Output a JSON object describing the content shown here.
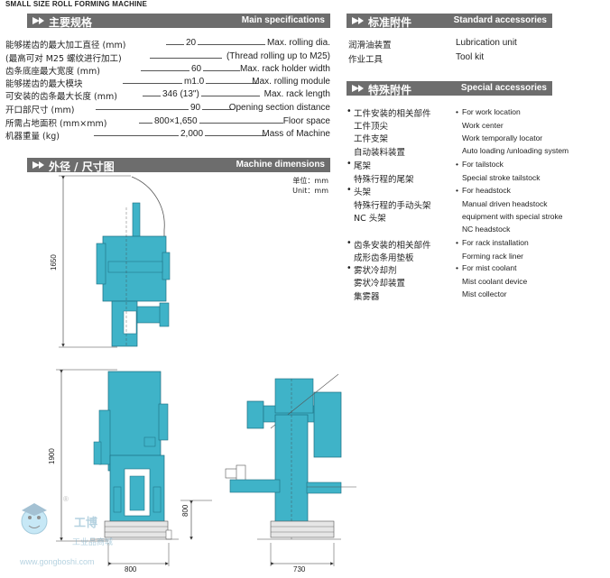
{
  "page_title": "SMALL SIZE ROLL FORMING MACHINE",
  "main_specs": {
    "header_zh": "主要规格",
    "header_en": "Main specifications",
    "rows": [
      {
        "zh": "能够搓齿的最大加工直径 (mm)",
        "value": "20",
        "en": "Max. rolling dia."
      },
      {
        "zh": "(最高可对 M25 螺纹进行加工)",
        "value": "",
        "en": "(Thread rolling up to M25)"
      },
      {
        "zh": "齿条底座最大宽度 (mm)",
        "value": "60",
        "en": "Max. rack holder width"
      },
      {
        "zh": "能够搓齿的最大模块",
        "value": "m1.0",
        "en": "Max. rolling module"
      },
      {
        "zh": "可安装的齿条最大长度 (mm)",
        "value": "346 (13\")",
        "en": "Max. rack length"
      },
      {
        "zh": "开口部尺寸 (mm)",
        "value": "90",
        "en": "Opening section distance"
      },
      {
        "zh": "所需占地面积 (mm×mm)",
        "value": "800×1,650",
        "en": "Floor space"
      },
      {
        "zh": "机器重量 (kg)",
        "value": "2,000",
        "en": "Mass of Machine"
      }
    ]
  },
  "standard_accessories": {
    "header_zh": "标准附件",
    "header_en": "Standard accessories",
    "items": [
      {
        "zh": "润滑油装置",
        "en": "Lubrication unit"
      },
      {
        "zh": "作业工具",
        "en": "Tool kit"
      }
    ]
  },
  "special_accessories": {
    "header_zh": "特殊附件",
    "header_en": "Special accessories",
    "groups": [
      {
        "zh": [
          "工件安装的相关部件",
          "工件顶尖",
          "工件支架",
          "自动装料装置"
        ],
        "en": [
          "For work location",
          "Work center",
          "Work temporally locator",
          "Auto loading /unloading system"
        ]
      },
      {
        "zh": [
          "尾架",
          "特殊行程的尾架"
        ],
        "en": [
          "For tailstock",
          "Special stroke tailstock"
        ]
      },
      {
        "zh": [
          "头架",
          "特殊行程的手动头架",
          "NC 头架"
        ],
        "en": [
          "For headstock",
          "Manual driven headstock",
          "equipment with special stroke",
          "NC headstock"
        ]
      },
      {
        "zh": [
          "齿条安装的相关部件",
          "成形齿条用垫板"
        ],
        "en": [
          "For rack installation",
          "Forming rack liner"
        ]
      },
      {
        "zh": [
          "雾状冷却剂",
          "雾状冷却装置",
          "集雾器"
        ],
        "en": [
          "For mist coolant",
          "Mist coolant device",
          "Mist collector"
        ]
      }
    ]
  },
  "machine_dimensions": {
    "header_zh": "外径 / 尺寸图",
    "header_en": "Machine dimensions",
    "unit_zh": "单位：mm",
    "unit_en": "Unit：mm",
    "dim_1650": "1650",
    "dim_1900": "1900",
    "dim_800_height": "800",
    "dim_800_width": "800",
    "dim_730": "730"
  },
  "watermark": {
    "brand_zh": "工博",
    "sub_zh": "工业品商城",
    "url": "www.gongboshi.com",
    "registered": "®"
  },
  "colors": {
    "machine": "#3fb3c8",
    "machine_dark": "#2b8ea3",
    "header_bar": "#6d6d6d"
  }
}
